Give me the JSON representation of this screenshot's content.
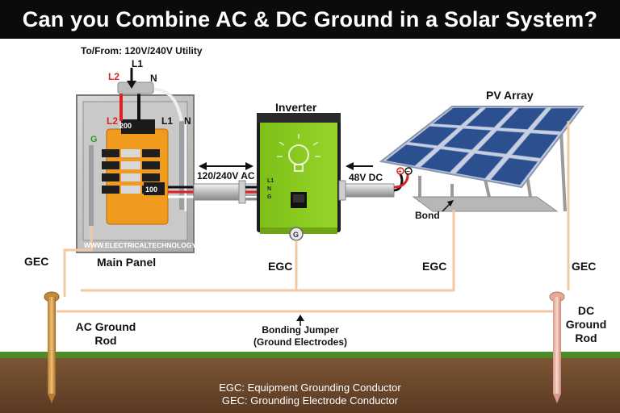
{
  "title": "Can you Combine AC & DC Ground in a Solar System?",
  "labels": {
    "utility": "To/From: 120V/240V Utility",
    "l1_top": "L1",
    "l2_top": "L2",
    "n_top": "N",
    "l2_panel": "L2",
    "l1_panel": "L1",
    "n_panel": "N",
    "g_panel": "G",
    "breaker_main": "200",
    "breaker_branch": "100",
    "watermark": "WWW.ELECTRICALTECHNOLOGY.ORG",
    "main_panel": "Main Panel",
    "inverter": "Inverter",
    "ac_link": "120/240V AC",
    "dc_link": "48V DC",
    "pv_array": "PV Array",
    "bond": "Bond",
    "gec_left": "GEC",
    "egc_mid": "EGC",
    "egc_right": "EGC",
    "gec_right": "GEC",
    "ac_ground_rod": [
      "AC Ground",
      "Rod"
    ],
    "dc_ground_rod": [
      "DC",
      "Ground",
      "Rod"
    ],
    "bonding_jumper": [
      "Bonding Jumper",
      "(Ground Electrodes)"
    ],
    "inverter_ground": "G",
    "inv_small_l1": "L1",
    "inv_small_n": "N",
    "inv_small_g": "G",
    "pv_plus": "+",
    "pv_minus": "−"
  },
  "legend": [
    "EGC: Equipment Grounding Conductor",
    "GEC: Grounding Electrode Conductor"
  ],
  "colors": {
    "banner": "#0b0b0b",
    "inverter_body": "#86c91f",
    "busbar": "#f09a1e",
    "ground_wire": "#f2c8a2",
    "soil": "#6e4a2e",
    "grass": "#4f8a2a",
    "pv_cell": "#2c4f8f",
    "l2_red": "#e02020"
  }
}
